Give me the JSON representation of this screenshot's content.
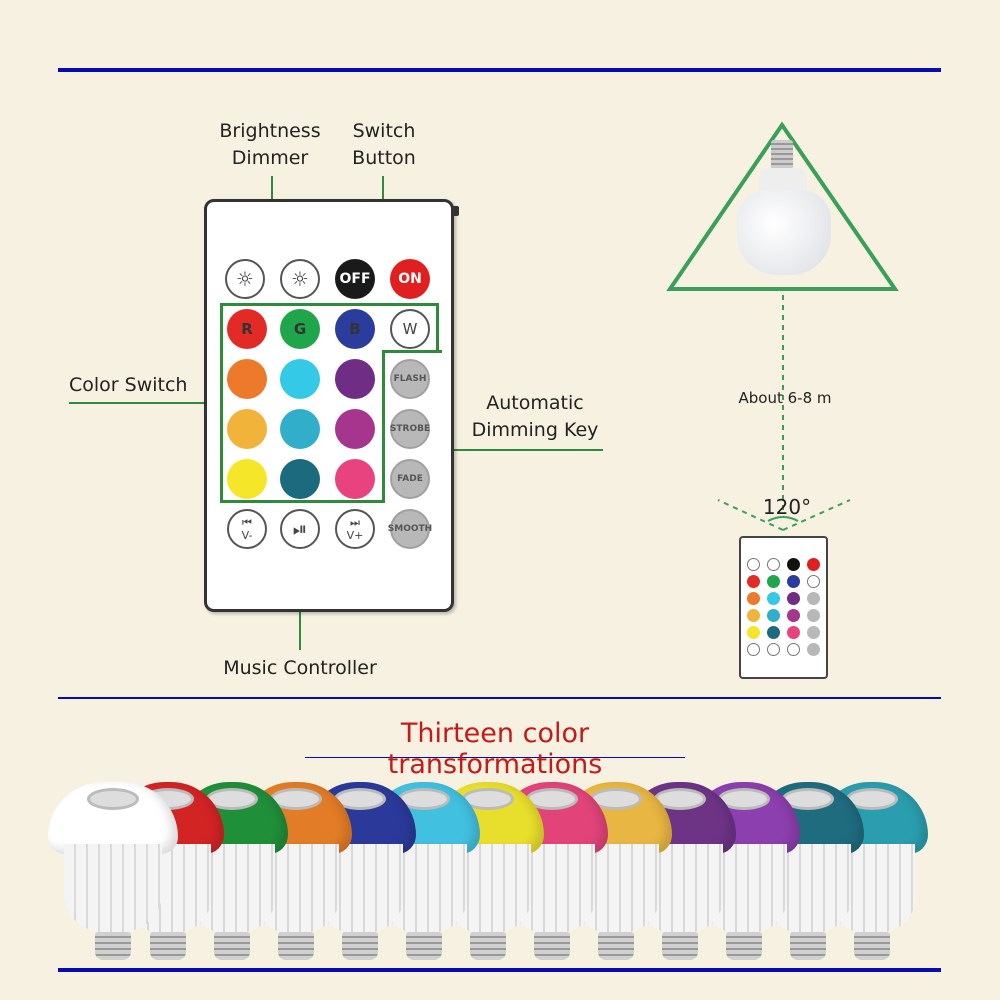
{
  "labels": {
    "brightness_dimmer": "Brightness\nDimmer",
    "switch_button": "Switch\nButton",
    "color_switch": "Color Switch",
    "automatic_dimming_key": "Automatic\nDimming Key",
    "music_controller": "Music Controller",
    "distance": "About 6-8 m",
    "angle": "120°"
  },
  "title": "Thirteen color transformations",
  "remote": {
    "top_row": [
      {
        "name": "brightness-down-button",
        "label": "",
        "icon": "sun-icon"
      },
      {
        "name": "brightness-up-button",
        "label": "",
        "icon": "sun-icon"
      },
      {
        "name": "off-button",
        "label": "OFF",
        "color": "#1a1a1a"
      },
      {
        "name": "on-button",
        "label": "ON",
        "color": "#e02020"
      }
    ],
    "rgbw": [
      {
        "label": "R",
        "color": "#e32b26"
      },
      {
        "label": "G",
        "color": "#1fa64a"
      },
      {
        "label": "B",
        "color": "#2b3d9c"
      },
      {
        "label": "W",
        "color": "#ffffff"
      }
    ],
    "color_grid": [
      [
        "#ec7a2a",
        "#35c9e8",
        "#6f2d86"
      ],
      [
        "#f2b33a",
        "#31aec9",
        "#a6358e"
      ],
      [
        "#f5e629",
        "#1c6a7d",
        "#e8427f"
      ]
    ],
    "modes": [
      "FLASH",
      "STROBE",
      "FADE",
      "SMOOTH"
    ],
    "music": [
      {
        "name": "prev-button",
        "icon": "⏮",
        "sub": "V-"
      },
      {
        "name": "play-pause-button",
        "icon": "⏯",
        "sub": ""
      },
      {
        "name": "next-button",
        "icon": "⏭",
        "sub": "V+"
      }
    ]
  },
  "bulb_colors": [
    "#ffffff",
    "#d32424",
    "#1f8f3a",
    "#e27c26",
    "#2b3a9a",
    "#42c0e0",
    "#e8de2c",
    "#e2447a",
    "#e8b642",
    "#6d3486",
    "#8c3fae",
    "#1f6c7f",
    "#2a9eae"
  ]
}
